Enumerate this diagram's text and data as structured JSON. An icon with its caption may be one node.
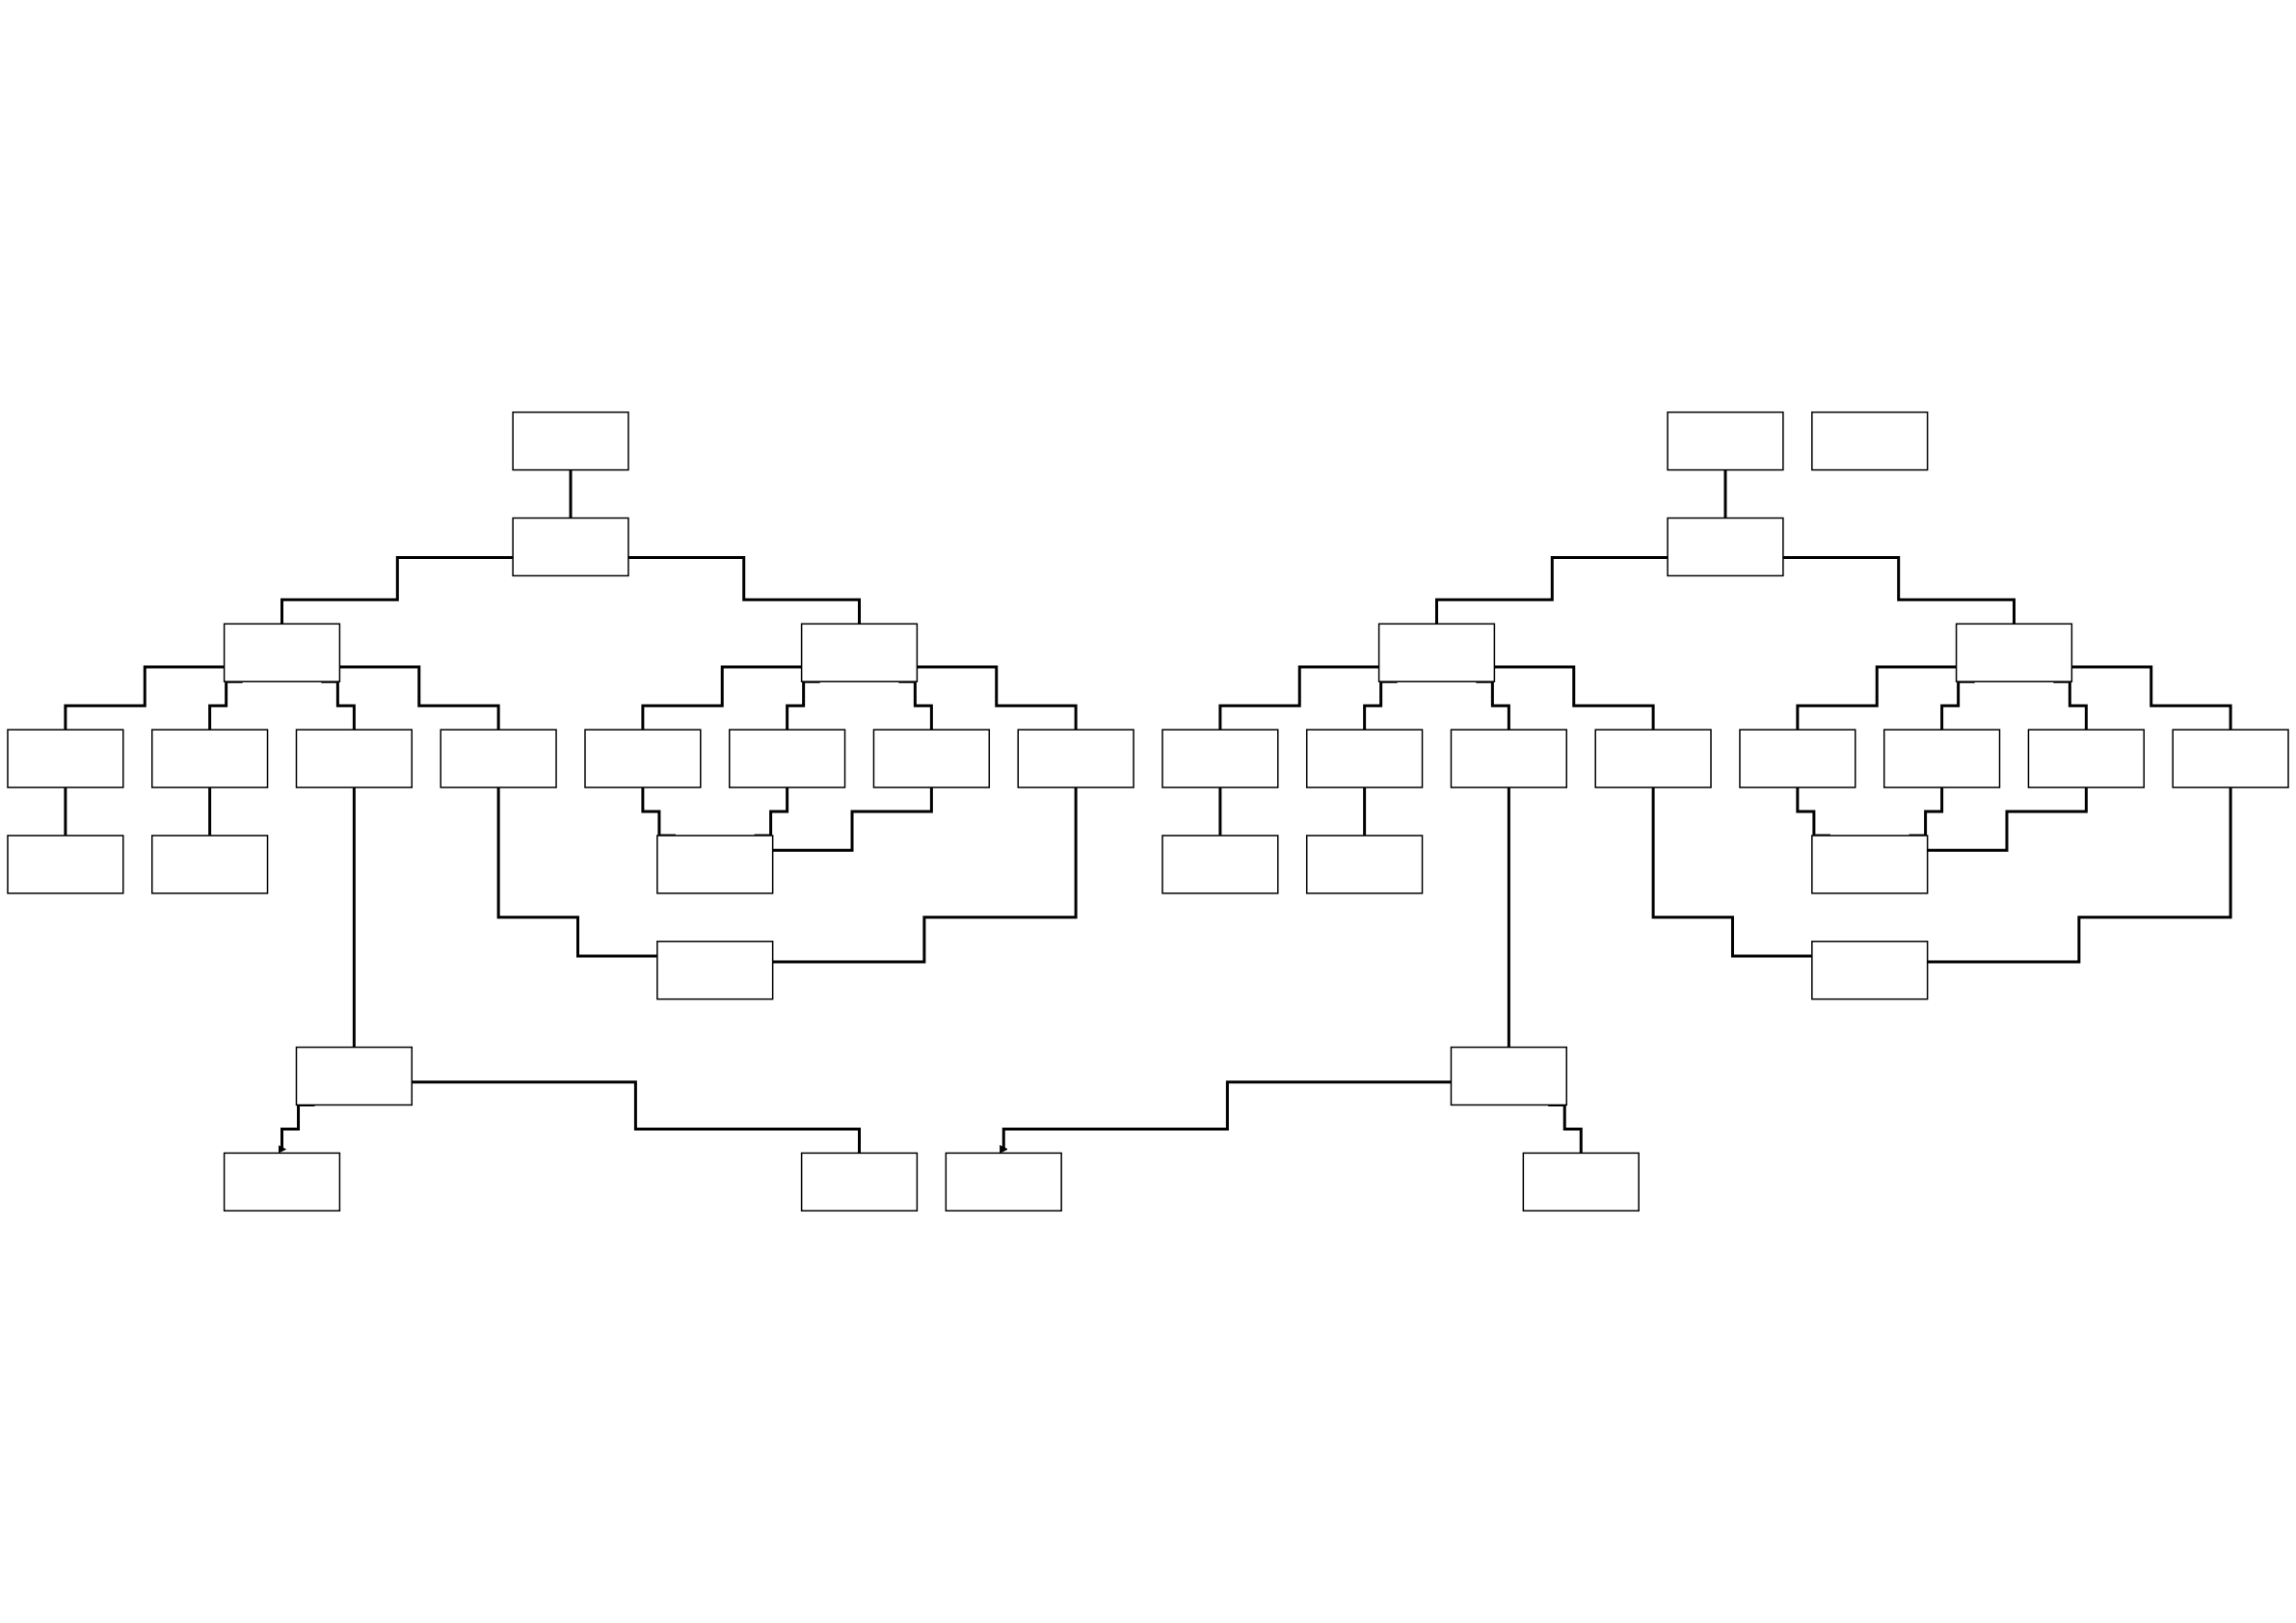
{
  "diagram": {
    "nodes": [
      {
        "text": [],
        "shape": "box"
      },
      {
        "text": [],
        "shape": "box"
      },
      {
        "text": [],
        "shape": "box"
      },
      {
        "text": [],
        "shape": "box"
      },
      {
        "text": [],
        "shape": "box"
      },
      {
        "text": [],
        "shape": "box"
      },
      {
        "text": [],
        "shape": "box"
      },
      {
        "text": [],
        "shape": "box"
      },
      {
        "text": [],
        "shape": "box"
      },
      {
        "text": [],
        "shape": "box"
      },
      {
        "text": [],
        "shape": "box"
      },
      {
        "text": [],
        "shape": "box"
      },
      {
        "text": [],
        "shape": "box"
      },
      {
        "text": [],
        "shape": "box"
      },
      {
        "text": [],
        "shape": "box"
      },
      {
        "text": [],
        "shape": "box"
      },
      {
        "text": [],
        "shape": "box"
      },
      {
        "text": [],
        "shape": "box"
      },
      {
        "text": [],
        "shape": "box"
      },
      {
        "text": [],
        "shape": "box"
      },
      {
        "text": [],
        "shape": "box"
      },
      {
        "text": [],
        "shape": "box"
      },
      {
        "text": [],
        "shape": "box"
      },
      {
        "text": [],
        "shape": "box"
      },
      {
        "text": [],
        "shape": "box"
      },
      {
        "text": [],
        "shape": "box"
      },
      {
        "text": [],
        "shape": "box"
      },
      {
        "text": [],
        "shape": "box"
      },
      {
        "text": [],
        "shape": "box"
      },
      {
        "text": [],
        "shape": "box"
      },
      {
        "text": [],
        "shape": "box"
      },
      {
        "text": [],
        "shape": "box"
      },
      {
        "text": [],
        "shape": "box"
      },
      {
        "text": [],
        "shape": "box"
      },
      {
        "text": [],
        "shape": "box"
      },
      {
        "text": [],
        "shape": "box"
      },
      {
        "text": [],
        "shape": "box"
      },
      {
        "text": [],
        "shape": "box"
      },
      {
        "text": [],
        "shape": "box"
      }
    ],
    "edges": [
      {
        "from": 0,
        "to": 1,
        "arrow": "none"
      },
      {
        "from": 1,
        "to": 2,
        "arrow": "none"
      },
      {
        "from": 1,
        "to": 3,
        "arrow": "none"
      },
      {
        "from": 2,
        "to": 4,
        "arrow": "none"
      },
      {
        "from": 2,
        "to": 5,
        "arrow": "none"
      },
      {
        "from": 2,
        "to": 6,
        "arrow": "none"
      },
      {
        "from": 2,
        "to": 7,
        "arrow": "none"
      },
      {
        "from": 3,
        "to": 8,
        "arrow": "none"
      },
      {
        "from": 3,
        "to": 9,
        "arrow": "none"
      },
      {
        "from": 3,
        "to": 10,
        "arrow": "none"
      },
      {
        "from": 3,
        "to": 11,
        "arrow": "none"
      },
      {
        "from": 4,
        "to": 12,
        "arrow": "none"
      },
      {
        "from": 5,
        "to": 13,
        "arrow": "none"
      },
      {
        "from": 8,
        "to": 14,
        "arrow": "none"
      },
      {
        "from": 9,
        "to": 14,
        "arrow": "none"
      },
      {
        "from": 10,
        "to": 14,
        "arrow": "none"
      },
      {
        "from": 7,
        "to": 15,
        "arrow": "none"
      },
      {
        "from": 11,
        "to": 15,
        "arrow": "none"
      },
      {
        "from": 6,
        "to": 16,
        "arrow": "none"
      },
      {
        "from": 16,
        "to": 17,
        "arrow": "to"
      },
      {
        "from": 16,
        "to": 18,
        "arrow": "none"
      },
      {
        "from": 19,
        "to": 20,
        "arrow": "none"
      },
      {
        "from": 20,
        "to": 21,
        "arrow": "none"
      },
      {
        "from": 20,
        "to": 22,
        "arrow": "none"
      },
      {
        "from": 21,
        "to": 23,
        "arrow": "none"
      },
      {
        "from": 21,
        "to": 24,
        "arrow": "none"
      },
      {
        "from": 21,
        "to": 25,
        "arrow": "none"
      },
      {
        "from": 21,
        "to": 26,
        "arrow": "none"
      },
      {
        "from": 22,
        "to": 27,
        "arrow": "none"
      },
      {
        "from": 22,
        "to": 28,
        "arrow": "none"
      },
      {
        "from": 22,
        "to": 29,
        "arrow": "none"
      },
      {
        "from": 22,
        "to": 30,
        "arrow": "none"
      },
      {
        "from": 23,
        "to": 31,
        "arrow": "none"
      },
      {
        "from": 24,
        "to": 32,
        "arrow": "none"
      },
      {
        "from": 27,
        "to": 33,
        "arrow": "none"
      },
      {
        "from": 28,
        "to": 33,
        "arrow": "none"
      },
      {
        "from": 29,
        "to": 33,
        "arrow": "none"
      },
      {
        "from": 26,
        "to": 34,
        "arrow": "none"
      },
      {
        "from": 30,
        "to": 34,
        "arrow": "none"
      },
      {
        "from": 25,
        "to": 35,
        "arrow": "none"
      },
      {
        "from": 35,
        "to": 36,
        "arrow": "to"
      },
      {
        "from": 35,
        "to": 37,
        "arrow": "none"
      }
    ]
  }
}
